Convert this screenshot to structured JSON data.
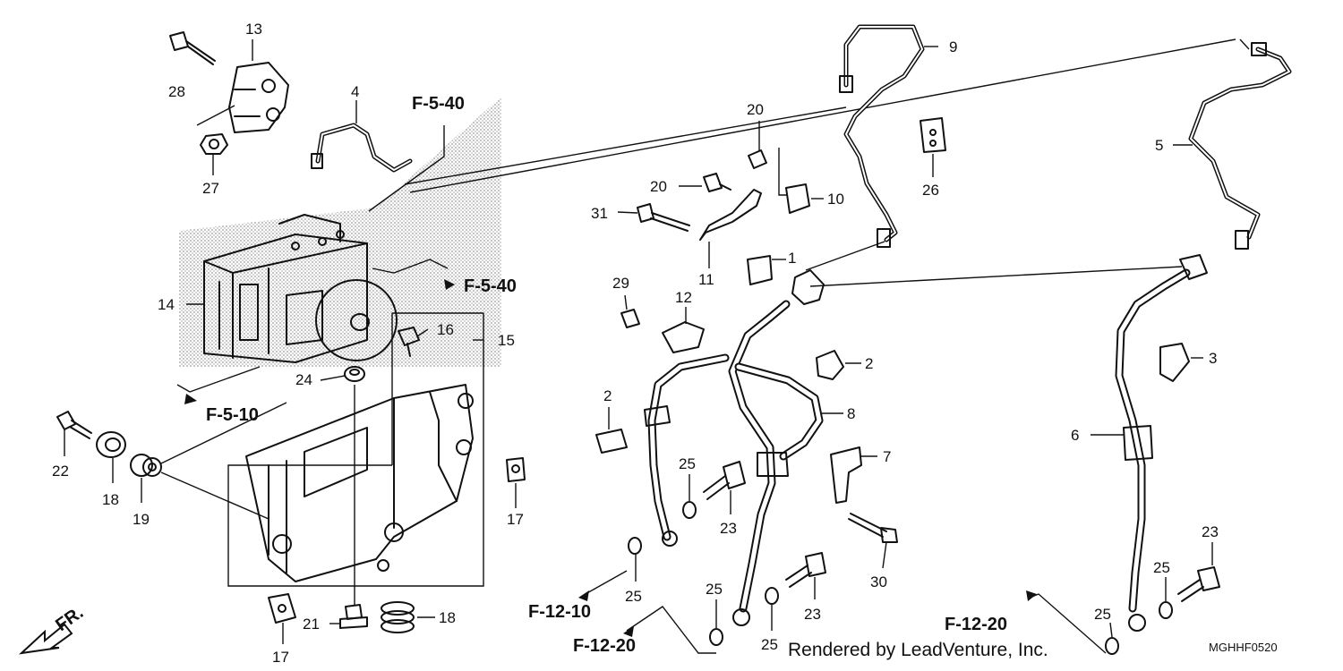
{
  "diagram": {
    "callouts": [
      {
        "id": "c13",
        "text": "13"
      },
      {
        "id": "c28",
        "text": "28"
      },
      {
        "id": "c4",
        "text": "4"
      },
      {
        "id": "c27",
        "text": "27"
      },
      {
        "id": "c14",
        "text": "14"
      },
      {
        "id": "c16",
        "text": "16"
      },
      {
        "id": "c15",
        "text": "15"
      },
      {
        "id": "c24",
        "text": "24"
      },
      {
        "id": "c22",
        "text": "22"
      },
      {
        "id": "c18a",
        "text": "18"
      },
      {
        "id": "c19",
        "text": "19"
      },
      {
        "id": "c17a",
        "text": "17"
      },
      {
        "id": "c21",
        "text": "21"
      },
      {
        "id": "c18b",
        "text": "18"
      },
      {
        "id": "c17b",
        "text": "17"
      },
      {
        "id": "c9",
        "text": "9"
      },
      {
        "id": "c20a",
        "text": "20"
      },
      {
        "id": "c20b",
        "text": "20"
      },
      {
        "id": "c10",
        "text": "10"
      },
      {
        "id": "c31",
        "text": "31"
      },
      {
        "id": "c1",
        "text": "1"
      },
      {
        "id": "c11",
        "text": "11"
      },
      {
        "id": "c26",
        "text": "26"
      },
      {
        "id": "c29",
        "text": "29"
      },
      {
        "id": "c12",
        "text": "12"
      },
      {
        "id": "c2a",
        "text": "2"
      },
      {
        "id": "c2b",
        "text": "2"
      },
      {
        "id": "c8",
        "text": "8"
      },
      {
        "id": "c7",
        "text": "7"
      },
      {
        "id": "c25a",
        "text": "25"
      },
      {
        "id": "c23a",
        "text": "23"
      },
      {
        "id": "c30",
        "text": "30"
      },
      {
        "id": "c25b",
        "text": "25"
      },
      {
        "id": "c25c",
        "text": "25"
      },
      {
        "id": "c23b",
        "text": "23"
      },
      {
        "id": "c25d",
        "text": "25"
      },
      {
        "id": "c5",
        "text": "5"
      },
      {
        "id": "c3",
        "text": "3"
      },
      {
        "id": "c6",
        "text": "6"
      },
      {
        "id": "c23c",
        "text": "23"
      },
      {
        "id": "c25e",
        "text": "25"
      },
      {
        "id": "c25f",
        "text": "25"
      }
    ],
    "references": [
      {
        "id": "r1",
        "text": "F-5-40"
      },
      {
        "id": "r2",
        "text": "F-5-40"
      },
      {
        "id": "r3",
        "text": "F-5-10"
      },
      {
        "id": "r4",
        "text": "F-12-10"
      },
      {
        "id": "r5",
        "text": "F-12-20"
      },
      {
        "id": "r6",
        "text": "F-12-20"
      }
    ],
    "direction_label": "FR.",
    "credit": "Rendered by LeadVenture, Inc.",
    "drawing_code": "MGHHF0520"
  },
  "icons": {
    "direction_arrow": "front-direction-arrow-icon"
  }
}
